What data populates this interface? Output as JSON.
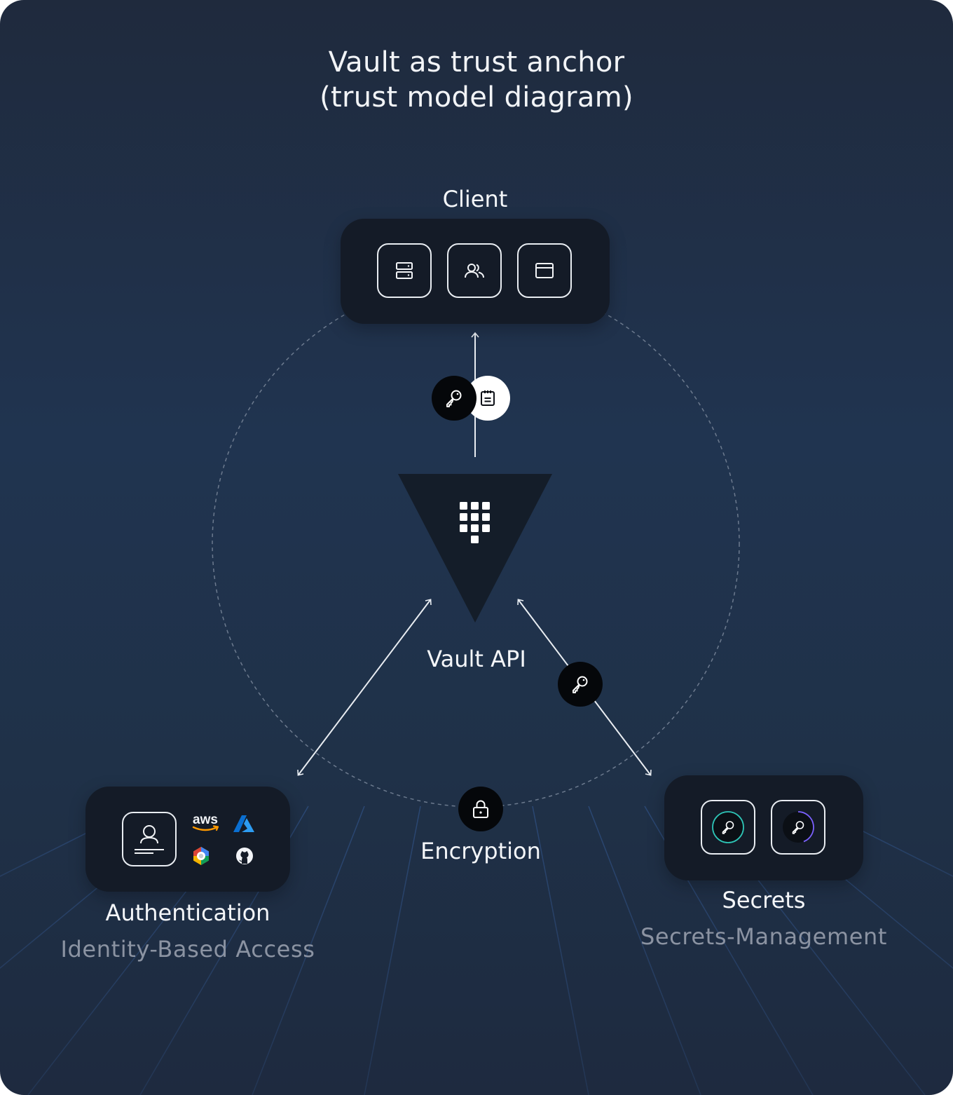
{
  "title": {
    "line1": "Vault as trust anchor",
    "line2": "(trust model diagram)"
  },
  "client": {
    "label": "Client",
    "icons": [
      "server-icon",
      "users-icon",
      "browser-window-icon"
    ]
  },
  "vault": {
    "label": "Vault API",
    "logo": "vault-logo"
  },
  "authentication": {
    "label": "Authentication",
    "sublabel": "Identity-Based Access",
    "icons": [
      "user-id-card-icon",
      "aws-logo",
      "azure-logo",
      "gcp-logo",
      "github-logo"
    ],
    "aws_text": "aws"
  },
  "encryption": {
    "label": "Encryption",
    "icon": "lock-icon"
  },
  "secrets": {
    "label": "Secrets",
    "sublabel": "Secrets-Management",
    "icons": [
      "key-rotating-icon-teal",
      "key-rotating-icon-purple"
    ]
  },
  "connectors": {
    "client_vault_badges": [
      "key-icon",
      "notepad-icon"
    ],
    "secrets_vault_badge": "key-icon"
  },
  "colors": {
    "background": "#1f3148",
    "panel": "#141b27",
    "text": "#f4f6f9",
    "subtext": "#8b93a2",
    "accent_teal": "#2ec4b6",
    "accent_purple": "#7b61ff",
    "aws_orange": "#ff9900",
    "azure_blue": "#0078d4"
  }
}
